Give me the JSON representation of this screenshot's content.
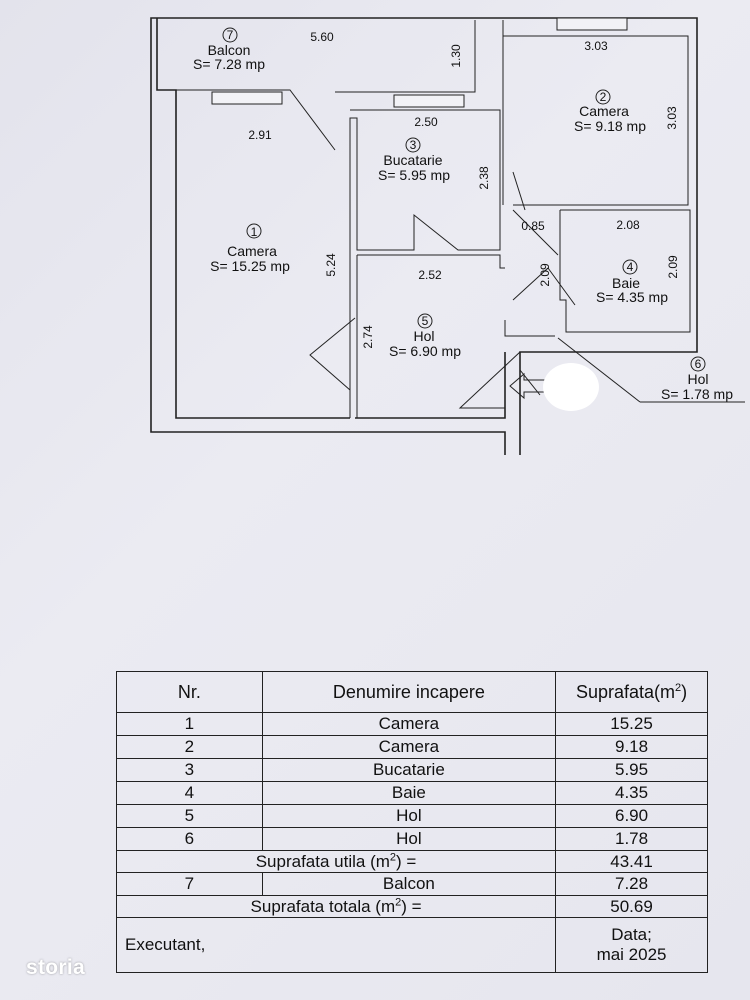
{
  "plan": {
    "rooms": {
      "r1": {
        "num": "1",
        "name": "Camera",
        "area": "S= 15.25 mp"
      },
      "r2": {
        "num": "2",
        "name": "Camera",
        "area": "S= 9.18 mp"
      },
      "r3": {
        "num": "3",
        "name": "Bucatarie",
        "area": "S= 5.95 mp"
      },
      "r4": {
        "num": "4",
        "name": "Baie",
        "area": "S= 4.35 mp"
      },
      "r5": {
        "num": "5",
        "name": "Hol",
        "area": "S= 6.90 mp"
      },
      "r6": {
        "num": "6",
        "name": "Hol",
        "area": "S= 1.78 mp"
      },
      "r7": {
        "num": "7",
        "name": "Balcon",
        "area": "S= 7.28 mp"
      }
    },
    "dims": {
      "d_560": "5.60",
      "d_130": "1.30",
      "d_303a": "3.03",
      "d_303b": "3.03",
      "d_291": "2.91",
      "d_250": "2.50",
      "d_238": "2.38",
      "d_085": "0.85",
      "d_208a": "2.08",
      "d_208b": "2.09",
      "d_524": "5.24",
      "d_252": "2.52",
      "d_209a": "2.09",
      "d_274": "2.74"
    }
  },
  "table": {
    "headers": {
      "nr": "Nr.",
      "name": "Denumire incapere",
      "area_prefix": "Suprafata(m",
      "area_sup": "2",
      "area_suffix": ")"
    },
    "rows": [
      {
        "nr": "1",
        "name": "Camera",
        "area": "15.25"
      },
      {
        "nr": "2",
        "name": "Camera",
        "area": "9.18"
      },
      {
        "nr": "3",
        "name": "Bucatarie",
        "area": "5.95"
      },
      {
        "nr": "4",
        "name": "Baie",
        "area": "4.35"
      },
      {
        "nr": "5",
        "name": "Hol",
        "area": "6.90"
      },
      {
        "nr": "6",
        "name": "Hol",
        "area": "1.78"
      }
    ],
    "util": {
      "label_prefix": "Suprafata utila (m",
      "label_sup": "2",
      "label_suffix": ") =",
      "value": "43.41"
    },
    "balcon": {
      "nr": "7",
      "name": "Balcon",
      "area": "7.28"
    },
    "total": {
      "label_prefix": "Suprafata totala (m",
      "label_sup": "2",
      "label_suffix": ") =",
      "value": "50.69"
    },
    "footer": {
      "executant": "Executant,",
      "date_label": "Data;",
      "date_value": "mai 2025"
    }
  },
  "watermark": "storia",
  "colors": {
    "ink": "#222222",
    "paper": "#e8e8ef",
    "blob": "#ffffff"
  }
}
